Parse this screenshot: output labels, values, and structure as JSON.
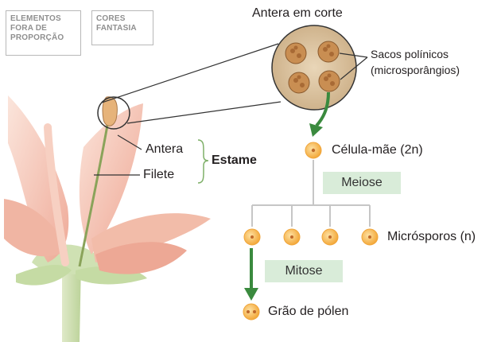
{
  "tags": {
    "disproportion": [
      "ELEMENTOS",
      "FORA DE",
      "PROPORÇÃO"
    ],
    "fantasy_colors": [
      "CORES",
      "FANTASIA"
    ]
  },
  "labels": {
    "anther_section_title": "Antera em corte",
    "pollen_sacs": [
      "Sacos polínicos",
      "(microsporângios)"
    ],
    "antera": "Antera",
    "filete": "Filete",
    "estame": "Estame",
    "mother_cell": "Célula-mãe (2n)",
    "meiose": "Meiose",
    "microsporos": "Micrósporos (n)",
    "mitose": "Mitose",
    "pollen_grain": "Grão de pólen"
  },
  "colors": {
    "arrow_green": "#3a8a3e",
    "step_box_fill": "#d9ecd9",
    "cell_orange": "#f6b24a",
    "petal_pink": "#f4c3b0",
    "stem_green": "#c9dcae"
  }
}
